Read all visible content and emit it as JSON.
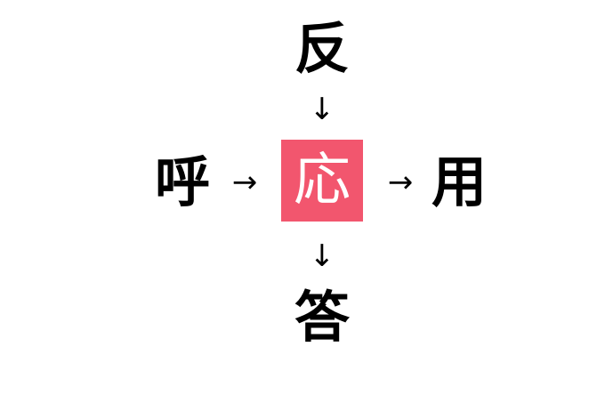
{
  "puzzle": {
    "center": {
      "char": "応",
      "background_color": "#f2566e",
      "text_color": "#ffffff"
    },
    "top": {
      "char": "反"
    },
    "left": {
      "char": "呼"
    },
    "right": {
      "char": "用"
    },
    "bottom": {
      "char": "答"
    },
    "arrows": {
      "top_to_center": "↓",
      "left_to_center": "→",
      "center_to_right": "→",
      "center_to_bottom": "↓"
    }
  }
}
